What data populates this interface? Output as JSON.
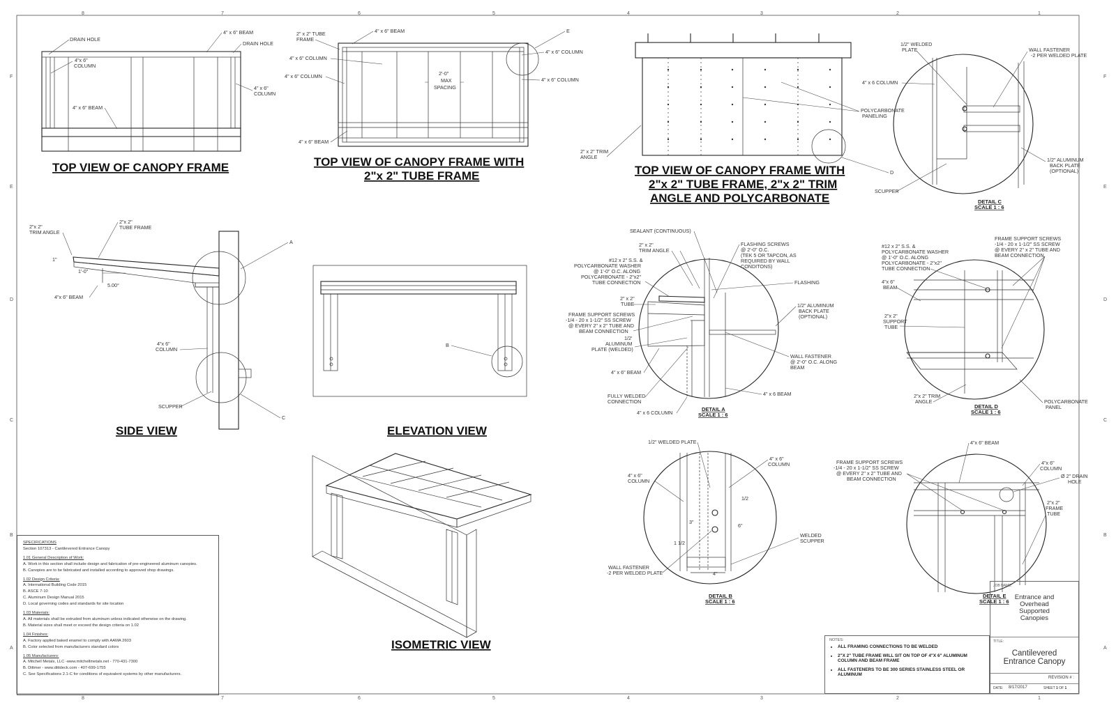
{
  "zones": {
    "top": [
      "8",
      "7",
      "6",
      "5",
      "4",
      "3",
      "2",
      "1"
    ],
    "bottom": [
      "8",
      "7",
      "6",
      "5",
      "4",
      "3",
      "2",
      "1"
    ],
    "side": [
      "F",
      "E",
      "D",
      "C",
      "B",
      "A"
    ]
  },
  "titles": {
    "top_view": "TOP VIEW OF CANOPY FRAME",
    "tube_view_1": "TOP VIEW OF CANOPY FRAME WITH",
    "tube_view_2": "2\"x 2\" TUBE FRAME",
    "poly_view_1": "TOP VIEW OF CANOPY FRAME WITH",
    "poly_view_2": "2\"x 2\" TUBE FRAME, 2\"x 2\" TRIM",
    "poly_view_3": "ANGLE AND POLYCARBONATE",
    "side_view": "SIDE VIEW",
    "elevation_view": "ELEVATION VIEW",
    "isometric_view": "ISOMETRIC VIEW"
  },
  "labels": {
    "tv_drain_hole": "DRAIN HOLE",
    "tv_beam_top": "4\" x 6\" BEAM",
    "tv_drain_hole_r": "DRAIN HOLE",
    "tv_col_1": "4\"x 6\"",
    "tv_col_2": "COLUMN",
    "tv_col_r1": "4\" x 6\"",
    "tv_col_r2": "COLUMN",
    "tv_beam_bottom": "4\" x 6\" BEAM",
    "tt_tube_1": "2\" x 2\" TUBE",
    "tt_tube_2": "FRAME",
    "tt_beam": "4\" x 6\" BEAM",
    "tt_e": "E",
    "tt_col_a": "4\" x 6\" COLUMN",
    "tt_col_b": "4\" x 6\" COLUMN",
    "tt_col_c": "4\" x 6\" COLUMN",
    "tt_col_d": "4\" x 6\" COLUMN",
    "tt_space_1": "2'-0\"",
    "tt_space_2": "MAX",
    "tt_space_3": "SPACING",
    "tt_beam_bottom": "4\" x 6\" BEAM",
    "pv_poly_1": "POLYCARBONATE",
    "pv_poly_2": "PANELING",
    "pv_trim_1": "2\" x 2\" TRIM",
    "pv_trim_2": "ANGLE",
    "pv_d": "D",
    "sv_trim_1": "2\"x 2\"",
    "sv_trim_2": "TRIM ANGLE",
    "sv_tube_1": "2\"x 2\"",
    "sv_tube_2": "TUBE FRAME",
    "sv_one_in": "1\"",
    "sv_one_ft": "1'-0\"",
    "sv_angle": "5.00°",
    "sv_beam": "4\"x 6\" BEAM",
    "sv_col_1": "4\"x 6\"",
    "sv_col_2": "COLUMN",
    "sv_scupper": "SCUPPER",
    "sv_a": "A",
    "sv_c": "C",
    "ev_b": "B",
    "dc_plate_1": "1/2\" WELDED",
    "dc_plate_2": "PLATE",
    "dc_fast_1": "WALL FASTENER",
    "dc_fast_2": "-2 PER WELDED PLATE",
    "dc_col": "4\" x 6 COLUMN",
    "dc_back_1": "1/2\" ALUMINUM",
    "dc_back_2": "BACK PLATE",
    "dc_back_3": "(OPTIONAL)",
    "dc_scupper": "SCUPPER",
    "dc_title": "DETAIL C",
    "dc_scale": "SCALE 1 : 6",
    "da_sealant": "SEALANT (CONTINUOUS)",
    "da_trim_1": "2\" x 2\"",
    "da_trim_2": "TRIM ANGLE",
    "da_screw_1": "#12 x 2\" S.S. &",
    "da_screw_2": "POLYCARBONATE WASHER",
    "da_screw_3": "@ 1'-0\" O.C. ALONG",
    "da_screw_4": "POLYCARBONATE - 2\"x2\"",
    "da_screw_5": "TUBE CONNECTION",
    "da_tube_1": "2\" x 2\"",
    "da_tube_2": "TUBE",
    "da_fs_1": "FRAME SUPPORT SCREWS",
    "da_fs_2": "-1/4 - 20 x 1-1/2\" SS SCREW",
    "da_fs_3": "@ EVERY 2\" x 2\" TUBE AND",
    "da_fs_4": "BEAM CONNECTION",
    "da_plate_1": "1/2'",
    "da_plate_2": "ALUMINUM",
    "da_plate_3": "PLATE (WELDED)",
    "da_beam": "4\" x 6\" BEAM",
    "da_welded_1": "FULLY WELDED",
    "da_welded_2": "CONNECTION",
    "da_col": "4\" x 6 COLUMN",
    "da_flash_s1": "FLASHING SCREWS",
    "da_flash_s2": "@ 2'-0\" O.C.",
    "da_flash_s3": "(TEK 5 OR TAPCON, AS",
    "da_flash_s4": "REQUIRED BY WALL",
    "da_flash_s5": "CONDITONS)",
    "da_flashing": "FLASHING",
    "da_back_1": "1/2\" ALUMINUM",
    "da_back_2": "BACK PLATE",
    "da_back_3": "(OPTIONAL)",
    "da_wf_1": "WALL FASTENER",
    "da_wf_2": "@ 2'-0\" O.C. ALONG",
    "da_wf_3": "BEAM",
    "da_beam_r": "4\" x 6 BEAM",
    "da_title": "DETAIL A",
    "da_scale": "SCALE 1 : 6",
    "dd_screw_1": "#12 x 2\" S.S. &",
    "dd_screw_2": "POLYCARBONATE WASHER",
    "dd_screw_3": "@ 1'-0\" O.C. ALONG",
    "dd_screw_4": "POLYCARBONATE - 2\"x2\"",
    "dd_screw_5": "TUBE CONNECTION",
    "dd_fs_1": "FRAME SUPPORT SCREWS",
    "dd_fs_2": "-1/4 - 20 x 1-1/2\" SS SCREW",
    "dd_fs_3": "@ EVERY 2\" x 2\" TUBE AND",
    "dd_fs_4": "BEAM CONNECTION",
    "dd_beam_1": "4\"x 6\"",
    "dd_beam_2": "BEAM",
    "dd_tube_1": "2\"x 2\"",
    "dd_tube_2": "SUPPORT",
    "dd_tube_3": "TUBE",
    "dd_trim_1": "2\"x 2\" TRIM",
    "dd_trim_2": "ANGLE",
    "dd_panel_1": "POLYCARBONATE",
    "dd_panel_2": "PANEL",
    "dd_title": "DETAIL D",
    "dd_scale": "SCALE 1 : 6",
    "db_plate": "1/2\" WELDED PLATE",
    "db_col_l1": "4\" x 6\"",
    "db_col_l2": "COLUMN",
    "db_col_r1": "4\" x 6\"",
    "db_col_r2": "COLUMN",
    "db_half": "1/2",
    "db_three": "3\"",
    "db_six": "6\"",
    "db_one_half": "1 1/2",
    "db_four": "4\"",
    "db_wf_1": "WALL FASTENER",
    "db_wf_2": "-2 PER WELDED PLATE",
    "db_sc_1": "WELDED",
    "db_sc_2": "SCUPPER",
    "db_title": "DETAIL B",
    "db_scale": "SCALE 1 : 6",
    "de_fs_1": "FRAME SUPPORT SCREWS",
    "de_fs_2": "-1/4 - 20 x 1-1/2\" SS SCREW",
    "de_fs_3": "@ EVERY 2\" x 2\" TUBE AND",
    "de_fs_4": "BEAM CONNECTION",
    "de_beam": "4\"x 6\" BEAM",
    "de_col_1": "4\"x 6\"",
    "de_col_2": "COLUMN",
    "de_drain_1": "Ø 2\" DRAIN",
    "de_drain_2": "HOLE",
    "de_tube_1": "2\"x 2\"",
    "de_tube_2": "FRAME",
    "de_tube_3": "TUBE",
    "de_title": "DETAIL E",
    "de_scale": "SCALE 1 : 6"
  },
  "spec": {
    "heading": "SPECIFICATIONS",
    "section": "Section 107313 - Cantilevered Entrance Canopy",
    "s101_h": "1.01 General Description of Work:",
    "s101_a": "A. Work in this section shall include design and fabrication of pre-engineered aluminum canopies.",
    "s101_b": "B. Canopies are to be fabricated and installed according to approved shop drawings.",
    "s102_h": "1.02 Design Criteria:",
    "s102_a": "A. International Building Code 2015",
    "s102_b": "B. ASCE 7-10",
    "s102_c": "C. Aluminum Design Manual 2015",
    "s102_d": "D. Local governing codes and standards for site location",
    "s103_h": "1.03 Materials:",
    "s103_a": "A. All materials shall be extruded from aluminum unless indicated otherwise on the drawing.",
    "s103_b": "B. Material sizes shall meet or exceed the design criteria on 1.02",
    "s104_h": "1.04 Finishes:",
    "s104_a": "A. Factory applied baked enamel to comply with AAMA 2603",
    "s104_b": "B. Color selected from manufacturers standard colors",
    "s105_h": "1.05 Manufacturers:",
    "s105_a": "A. Mitchell Metals, LLC -www.mitchellmetals.net - 770-431-7300",
    "s105_b": "B. Dittmer - www.dittdeck.com - 407-699-1755",
    "s105_c": "C. See Specifications 2.1-C for conditions of equivalent systems by other manufacturers."
  },
  "notes": {
    "heading": "NOTES:",
    "n1": "ALL FRAMING CONNECTIONS TO BE WELDED",
    "n2": "2\"x 2\" TUBE FRAME WILL SIT ON TOP OF 4\"x 6\" ALUMINUM COLUMN AND BEAM FRAME",
    "n3": "ALL FASTENERS TO BE 300 SERIES STAINLESS STEEL OR ALUMINUM"
  },
  "title_block": {
    "job_caption": "JOB NAME:",
    "job_1": "Entrance and",
    "job_2": "Overhead",
    "job_3": "Supported",
    "job_4": "Canopies",
    "title_caption": "TITLE:",
    "title_1": "Cantilevered",
    "title_2": "Entrance Canopy",
    "revision": "REVISION # :",
    "date_label": "DATE:",
    "date": "8/17/2017",
    "sheet_1": "SHEET",
    "sheet_2": "1",
    "sheet_3": "OF",
    "sheet_4": "1"
  }
}
